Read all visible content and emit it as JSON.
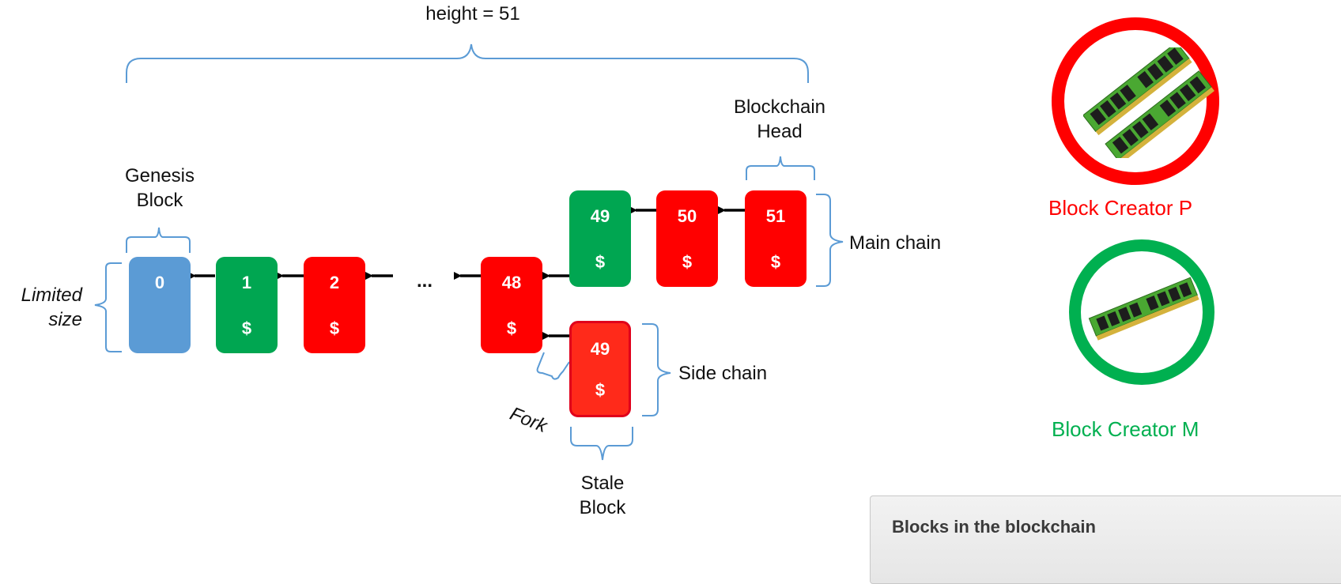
{
  "labels": {
    "height": "height = 51",
    "head_line1": "Blockchain",
    "head_line2": "Head",
    "genesis_line1": "Genesis",
    "genesis_line2": "Block",
    "limited_line1": "Limited",
    "limited_line2": "size",
    "main_chain": "Main chain",
    "side_chain": "Side chain",
    "fork": "Fork",
    "stale_line1": "Stale",
    "stale_line2": "Block",
    "ellipsis": "..."
  },
  "blocks": {
    "b0": {
      "num": "0",
      "dollar": ""
    },
    "b1": {
      "num": "1",
      "dollar": "$"
    },
    "b2": {
      "num": "2",
      "dollar": "$"
    },
    "b48": {
      "num": "48",
      "dollar": "$"
    },
    "b49main": {
      "num": "49",
      "dollar": "$"
    },
    "b50": {
      "num": "50",
      "dollar": "$"
    },
    "b51": {
      "num": "51",
      "dollar": "$"
    },
    "b49side": {
      "num": "49",
      "dollar": "$"
    }
  },
  "creators": {
    "p_label": "Block Creator P",
    "m_label": "Block Creator M"
  },
  "legend": {
    "title": "Blocks in the blockchain"
  },
  "colors": {
    "blue": "#5b9bd5",
    "green": "#00a651",
    "red": "#ff0000",
    "bracket": "#5b9bd5"
  }
}
